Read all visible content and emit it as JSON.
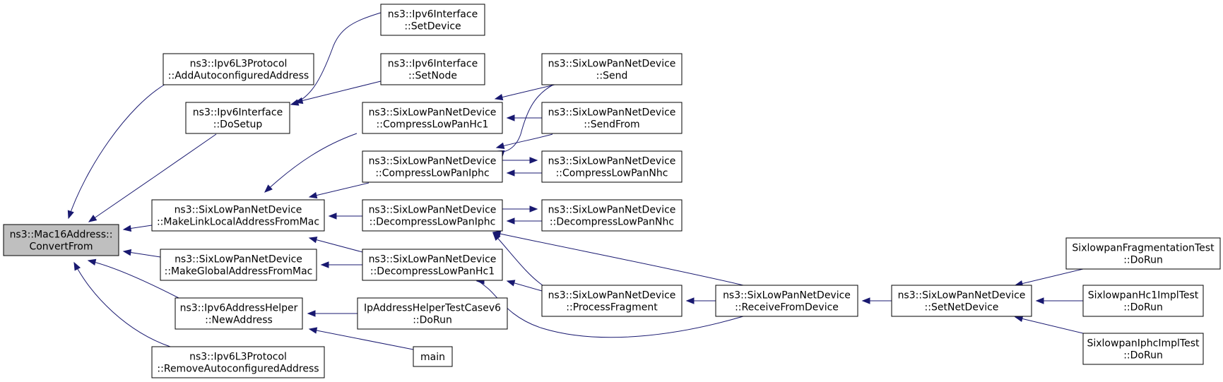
{
  "diagram": {
    "type": "call-graph",
    "nodes": [
      {
        "id": "n0",
        "lines": [
          "ns3::Mac16Address::",
          "ConvertFrom"
        ],
        "root": true
      },
      {
        "id": "n1",
        "lines": [
          "ns3::Ipv6L3Protocol",
          "::AddAutoconfiguredAddress"
        ]
      },
      {
        "id": "n2",
        "lines": [
          "ns3::Ipv6Interface",
          "::DoSetup"
        ]
      },
      {
        "id": "n3",
        "lines": [
          "ns3::SixLowPanNetDevice",
          "::MakeLinkLocalAddressFromMac"
        ]
      },
      {
        "id": "n4",
        "lines": [
          "ns3::SixLowPanNetDevice",
          "::MakeGlobalAddressFromMac"
        ]
      },
      {
        "id": "n5",
        "lines": [
          "ns3::Ipv6AddressHelper",
          "::NewAddress"
        ]
      },
      {
        "id": "n6",
        "lines": [
          "ns3::Ipv6L3Protocol",
          "::RemoveAutoconfiguredAddress"
        ]
      },
      {
        "id": "n7",
        "lines": [
          "ns3::Ipv6Interface",
          "::SetDevice"
        ]
      },
      {
        "id": "n8",
        "lines": [
          "ns3::Ipv6Interface",
          "::SetNode"
        ]
      },
      {
        "id": "n9",
        "lines": [
          "ns3::SixLowPanNetDevice",
          "::CompressLowPanHc1"
        ]
      },
      {
        "id": "n10",
        "lines": [
          "ns3::SixLowPanNetDevice",
          "::CompressLowPanIphc"
        ]
      },
      {
        "id": "n11",
        "lines": [
          "ns3::SixLowPanNetDevice",
          "::DecompressLowPanIphc"
        ]
      },
      {
        "id": "n12",
        "lines": [
          "ns3::SixLowPanNetDevice",
          "::DecompressLowPanHc1"
        ]
      },
      {
        "id": "n13",
        "lines": [
          "IpAddressHelperTestCasev6",
          "::DoRun"
        ]
      },
      {
        "id": "n14",
        "lines": [
          "main"
        ]
      },
      {
        "id": "n15",
        "lines": [
          "ns3::SixLowPanNetDevice",
          "::Send"
        ]
      },
      {
        "id": "n16",
        "lines": [
          "ns3::SixLowPanNetDevice",
          "::SendFrom"
        ]
      },
      {
        "id": "n17",
        "lines": [
          "ns3::SixLowPanNetDevice",
          "::CompressLowPanNhc"
        ]
      },
      {
        "id": "n18",
        "lines": [
          "ns3::SixLowPanNetDevice",
          "::DecompressLowPanNhc"
        ]
      },
      {
        "id": "n19",
        "lines": [
          "ns3::SixLowPanNetDevice",
          "::ProcessFragment"
        ]
      },
      {
        "id": "n20",
        "lines": [
          "ns3::SixLowPanNetDevice",
          "::ReceiveFromDevice"
        ]
      },
      {
        "id": "n21",
        "lines": [
          "ns3::SixLowPanNetDevice",
          "::SetNetDevice"
        ]
      },
      {
        "id": "n22",
        "lines": [
          "SixlowpanFragmentationTest",
          "::DoRun"
        ]
      },
      {
        "id": "n23",
        "lines": [
          "SixlowpanHc1ImplTest",
          "::DoRun"
        ]
      },
      {
        "id": "n24",
        "lines": [
          "SixlowpanIphcImplTest",
          "::DoRun"
        ]
      }
    ],
    "edges": [
      {
        "from": "n1",
        "to": "n0"
      },
      {
        "from": "n2",
        "to": "n0"
      },
      {
        "from": "n3",
        "to": "n0"
      },
      {
        "from": "n4",
        "to": "n0"
      },
      {
        "from": "n5",
        "to": "n0"
      },
      {
        "from": "n6",
        "to": "n0"
      },
      {
        "from": "n7",
        "to": "n2"
      },
      {
        "from": "n8",
        "to": "n2"
      },
      {
        "from": "n9",
        "to": "n3"
      },
      {
        "from": "n10",
        "to": "n3"
      },
      {
        "from": "n11",
        "to": "n3"
      },
      {
        "from": "n12",
        "to": "n3"
      },
      {
        "from": "n12",
        "to": "n4"
      },
      {
        "from": "n13",
        "to": "n5"
      },
      {
        "from": "n14",
        "to": "n5"
      },
      {
        "from": "n15",
        "to": "n9"
      },
      {
        "from": "n16",
        "to": "n9"
      },
      {
        "from": "n15",
        "to": "n10"
      },
      {
        "from": "n16",
        "to": "n10"
      },
      {
        "from": "n17",
        "to": "n10"
      },
      {
        "from": "n10",
        "to": "n17"
      },
      {
        "from": "n18",
        "to": "n11"
      },
      {
        "from": "n11",
        "to": "n18"
      },
      {
        "from": "n19",
        "to": "n11"
      },
      {
        "from": "n20",
        "to": "n11"
      },
      {
        "from": "n19",
        "to": "n12"
      },
      {
        "from": "n20",
        "to": "n12"
      },
      {
        "from": "n20",
        "to": "n19"
      },
      {
        "from": "n21",
        "to": "n20"
      },
      {
        "from": "n22",
        "to": "n21"
      },
      {
        "from": "n23",
        "to": "n21"
      },
      {
        "from": "n24",
        "to": "n21"
      }
    ],
    "colors": {
      "edge": "#191970",
      "node_border": "#000000",
      "node_fill": "#ffffff",
      "root_fill": "#bfbfbf"
    }
  }
}
